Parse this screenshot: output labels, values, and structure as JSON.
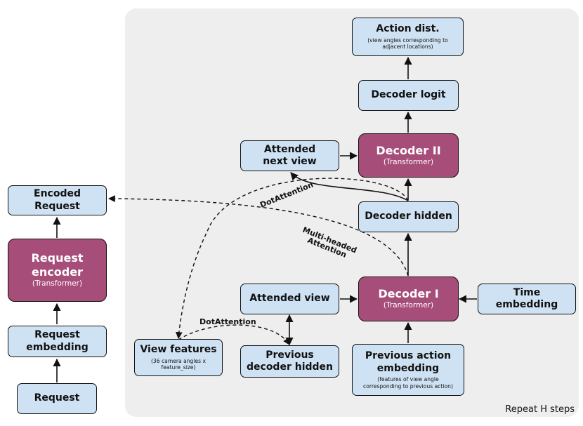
{
  "nodes": {
    "request": {
      "label": "Request"
    },
    "request_embedding": {
      "label": "Request\nembedding"
    },
    "request_encoder": {
      "label": "Request\nencoder",
      "sub": "(Transformer)"
    },
    "encoded_request": {
      "label": "Encoded\nRequest"
    },
    "action_dist": {
      "label": "Action dist.",
      "detail": "(view angles corresponding to\nadjacent locations)"
    },
    "decoder_logit": {
      "label": "Decoder logit"
    },
    "decoder_2": {
      "label": "Decoder II",
      "sub": "(Transformer)"
    },
    "attended_next_view": {
      "label": "Attended\nnext view"
    },
    "decoder_hidden": {
      "label": "Decoder hidden"
    },
    "attended_view": {
      "label": "Attended view"
    },
    "decoder_1": {
      "label": "Decoder I",
      "sub": "(Transformer)"
    },
    "time_embedding": {
      "label": "Time\nembedding"
    },
    "view_features": {
      "label": "View features",
      "detail": "(36 camera angles x\nfeature_size)"
    },
    "previous_decoder_hidden": {
      "label": "Previous\ndecoder hidden"
    },
    "previous_action_embedding": {
      "label": "Previous action\nembedding",
      "detail": "(features of view angle\ncorresponding to previous action)"
    }
  },
  "edge_labels": {
    "dot_attention_top": "DotAttention",
    "multi_headed_1": "Multi-headed",
    "multi_headed_2": "Attention",
    "dot_attention_bottom": "DotAttention"
  },
  "footer": {
    "repeat": "Repeat H steps"
  },
  "colors": {
    "box_fill": "#cfe2f3",
    "encoder_fill": "#a64d79",
    "panel": "#eeeeee",
    "stroke": "#111111"
  }
}
